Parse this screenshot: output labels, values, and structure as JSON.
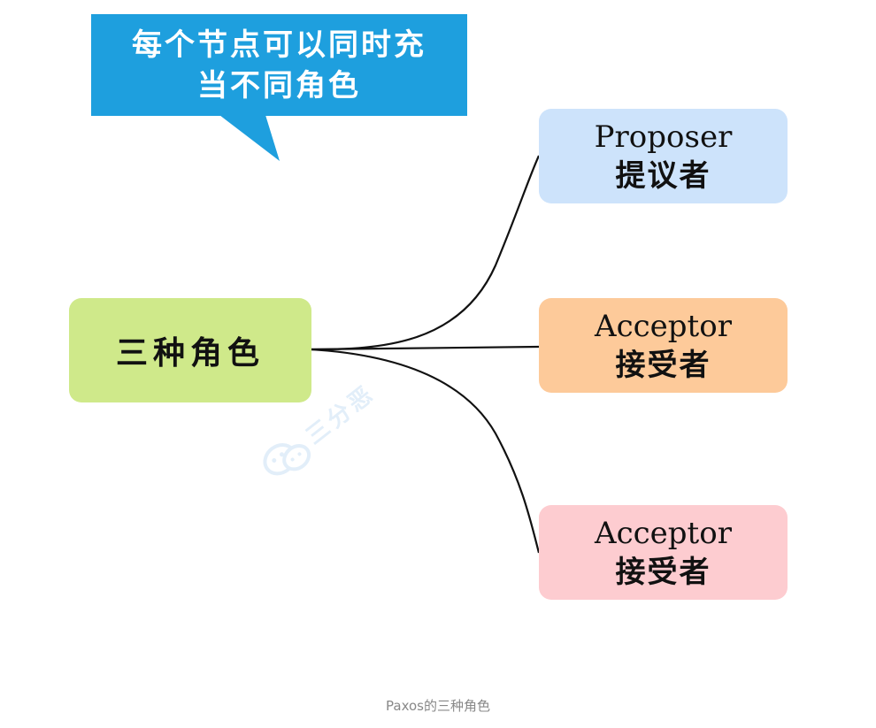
{
  "callout": {
    "line1": "每个节点可以同时充",
    "line2": "当不同角色"
  },
  "center_node": {
    "label": "三种角色",
    "color": "#cfe98a"
  },
  "roles": [
    {
      "en": "Proposer",
      "cn": "提议者",
      "color": "#cde3fb"
    },
    {
      "en": "Acceptor",
      "cn": "接受者",
      "color": "#fdca9a"
    },
    {
      "en": "Acceptor",
      "cn": "接受者",
      "color": "#fdccd0"
    }
  ],
  "watermark": {
    "text": "三分恶",
    "icon": "wechat-icon"
  },
  "caption": "Paxos的三种角色",
  "colors": {
    "callout": "#1e9fde",
    "connector": "#111111"
  }
}
